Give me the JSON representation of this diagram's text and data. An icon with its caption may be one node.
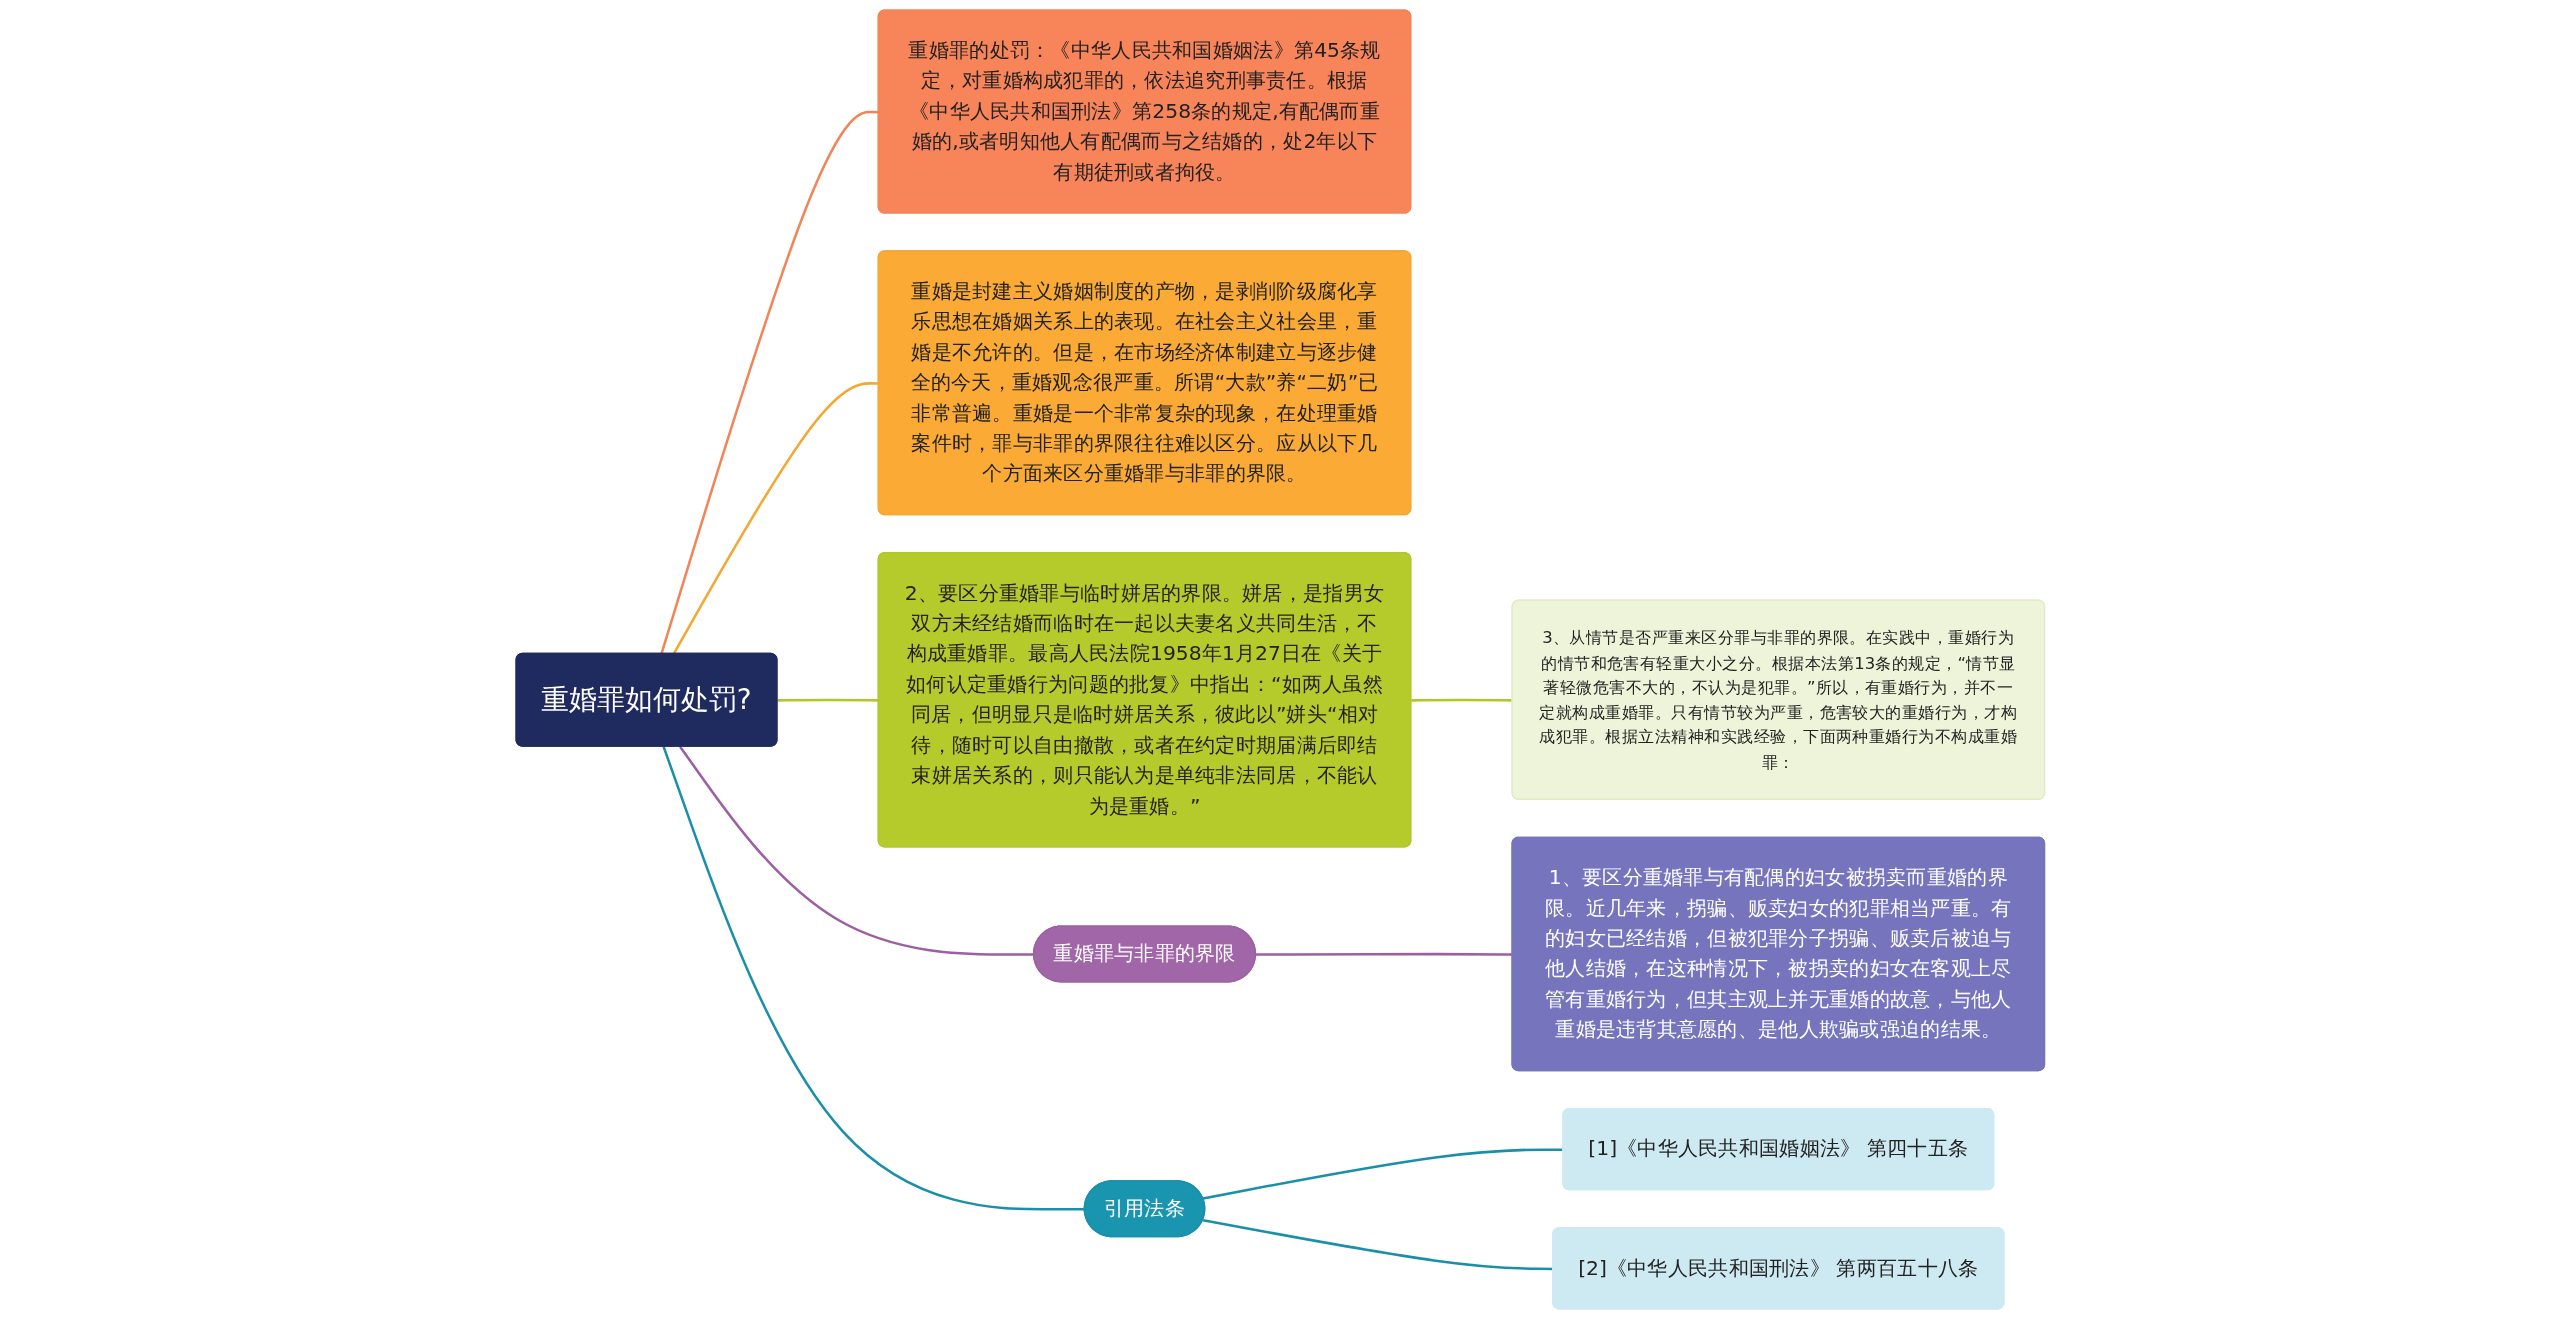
{
  "diagram": {
    "nodes": [
      {
        "text": [
          "重婚罪如何处罚?"
        ]
      },
      {
        "text": [
          "重婚罪的处罚：《中华人民共和国婚姻法》第45条规定，对重婚构成犯罪的，依法追究刑事责任。根据《中华人民共和国刑法》第258条的规定,有配偶而重婚的,或者明知他人有配偶而与之结婚的，处2年以下有期徒刑或者拘役。"
        ]
      },
      {
        "text": [
          "重婚是封建主义婚姻制度的产物，是剥削阶级腐化享乐思想在婚姻关系上的表现。在社会主义社会里，重婚是不允许的。但是，在市场经济体制建立与逐步健全的今天，重婚观念很严重。所谓“大款”养“二奶”已非常普遍。重婚是一个非常复杂的现象，在处理重婚案件时，罪与非罪的界限往往难以区分。应从以下几个方面来区分重婚罪与非罪的界限。"
        ]
      },
      {
        "text": [
          "2、要区分重婚罪与临时姘居的界限。姘居，是指男女双方未经结婚而临时在一起以夫妻名义共同生活，不构成重婚罪。最高人民法院1958年1月27日在《关于如何认定重婚行为问题的批复》中指出：“如两人虽然同居，但明显只是临时姘居关系，彼此以”姘头“相对待，随时可以自由撤散，或者在约定时期届满后即结束姘居关系的，则只能认为是单纯非法同居，不能认为是重婚。”"
        ]
      },
      {
        "text": [
          "3、从情节是否严重来区分罪与非罪的界限。在实践中，重婚行为的情节和危害有轻重大小之分。根据本法第13条的规定，“情节显著轻微危害不大的，不认为是犯罪。”所以，有重婚行为，并不一定就构成重婚罪。只有情节较为严重，危害较大的重婚行为，才构成犯罪。根据立法精神和实践经验，下面两种重婚行为不构成重婚罪："
        ]
      },
      {
        "text": [
          "重婚罪与非罪的界限"
        ]
      },
      {
        "text": [
          "1、要区分重婚罪与有配偶的妇女被拐卖而重婚的界限。近几年来，拐骗、贩卖妇女的犯罪相当严重。有的妇女已经结婚，但被犯罪分子拐骗、贩卖后被迫与他人结婚，在这种情况下，被拐卖的妇女在客观上尽管有重婚行为，但其主观上并无重婚的故意，与他人重婚是违背其意愿的、是他人欺骗或强迫的结果。"
        ]
      },
      {
        "text": [
          "引用法条"
        ]
      },
      {
        "text": [
          "[1]《中华人民共和国婚姻法》 第四十五条"
        ]
      },
      {
        "text": [
          "[2]《中华人民共和国刑法》 第两百五十八条"
        ]
      }
    ],
    "edges": [
      {
        "from": 0,
        "to": 1,
        "arrow": "none",
        "color": "#f0855a"
      },
      {
        "from": 0,
        "to": 2,
        "arrow": "none",
        "color": "#f5a733"
      },
      {
        "from": 0,
        "to": 3,
        "arrow": "none",
        "color": "#b0c62a"
      },
      {
        "from": 3,
        "to": 4,
        "arrow": "none",
        "color": "#b0c62a"
      },
      {
        "from": 0,
        "to": 5,
        "arrow": "none",
        "color": "#9c5fa3"
      },
      {
        "from": 5,
        "to": 6,
        "arrow": "none",
        "color": "#9c5fa3"
      },
      {
        "from": 0,
        "to": 7,
        "arrow": "none",
        "color": "#1a8fa8"
      },
      {
        "from": 7,
        "to": 8,
        "arrow": "none",
        "color": "#1a8fa8"
      },
      {
        "from": 7,
        "to": 9,
        "arrow": "none",
        "color": "#1a8fa8"
      }
    ]
  }
}
